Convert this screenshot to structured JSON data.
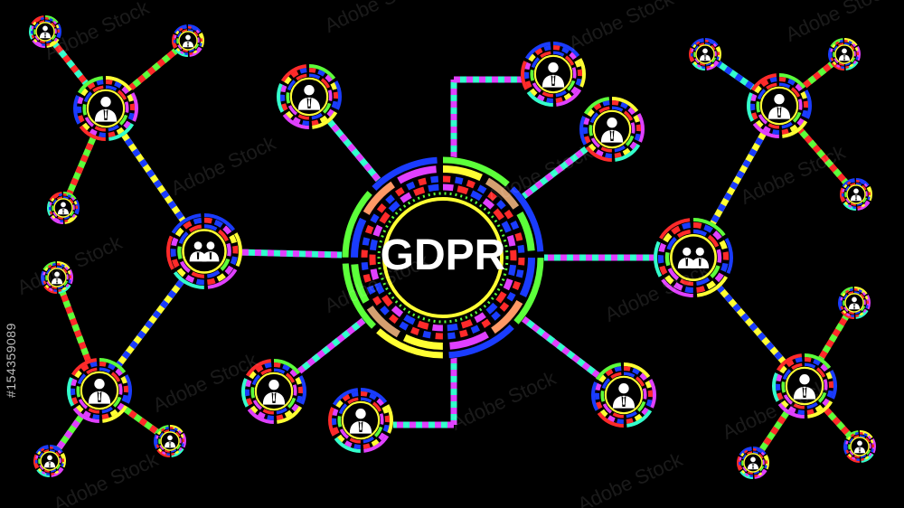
{
  "center": {
    "label": "GDPR",
    "colors": [
      "#1a3cff",
      "#4dff4d",
      "#ff2a2a",
      "#ffff33",
      "#ff33ff",
      "#33ffcc"
    ]
  },
  "watermark": {
    "text": "Adobe Stock"
  },
  "stock_id": "#154359089",
  "palette": {
    "blue": "#1a3cff",
    "green": "#5cff3a",
    "red": "#ff2a2a",
    "yellow": "#ffff33",
    "magenta": "#e040ff",
    "cyan": "#33ffcc",
    "white": "#ffffff",
    "background": "#000000"
  },
  "icons": {
    "person": "person-icon",
    "group": "group-icon"
  }
}
